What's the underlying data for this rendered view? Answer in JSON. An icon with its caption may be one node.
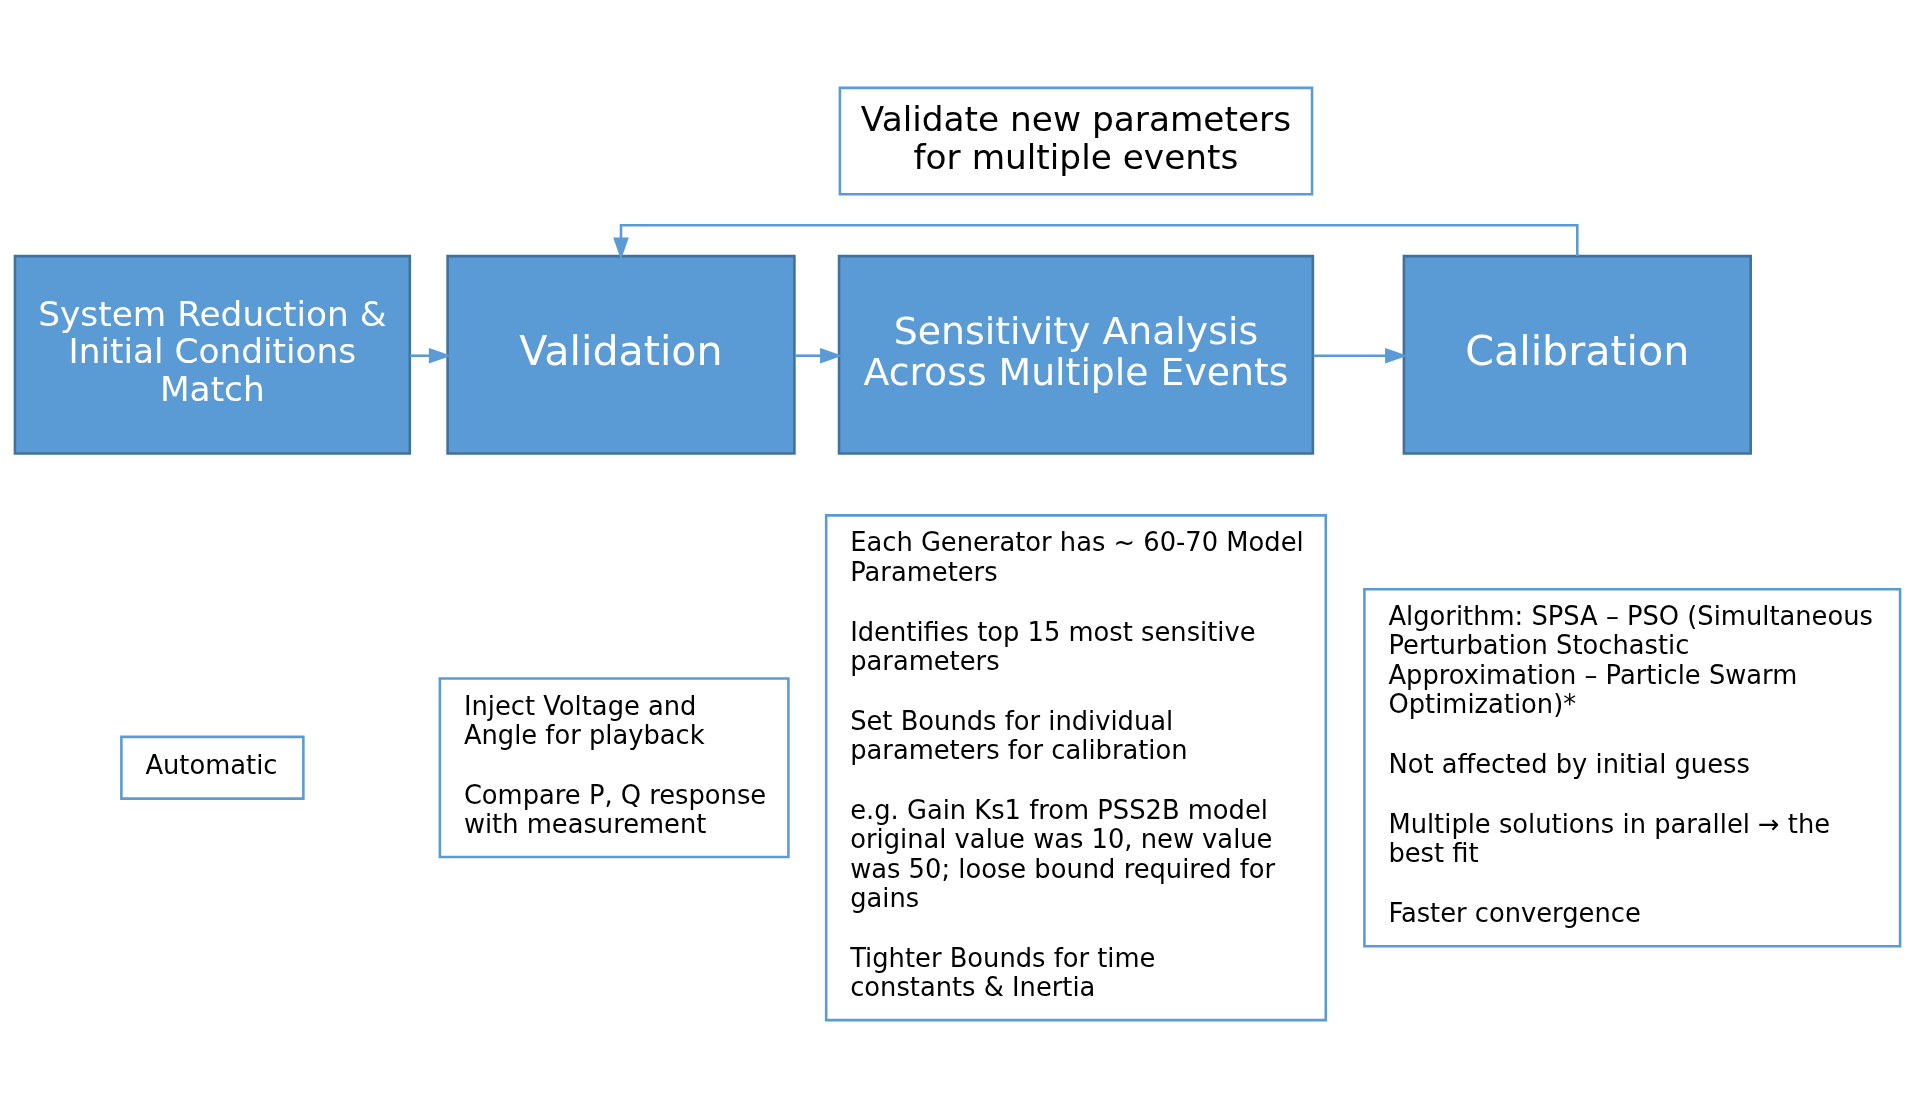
{
  "diagram": {
    "nodes": [
      {
        "text": [
          "Validate new parameters for multiple events"
        ]
      },
      {
        "text": [
          "System Reduction & Initial Conditions Match"
        ]
      },
      {
        "text": [
          "Validation"
        ]
      },
      {
        "text": [
          "Sensitivity Analysis Across Multiple Events"
        ]
      },
      {
        "text": [
          "Calibration"
        ]
      },
      {
        "text": [
          "Automatic"
        ]
      },
      {
        "text": [
          "Inject Voltage and Angle for playback",
          "Compare P, Q response with measurement"
        ]
      },
      {
        "text": [
          "Each Generator has ~ 60-70 Model Parameters",
          "Identifies top 15 most sensitive parameters",
          "Set Bounds for individual parameters for calibration",
          "e.g. Gain Ks1 from PSS2B model original value was 10, new value was 50; loose bound required for gains",
          "Tighter Bounds for time constants & Inertia"
        ]
      },
      {
        "text": [
          "Algorithm: SPSA – PSO (Simultaneous Perturbation Stochastic Approximation – Particle Swarm Optimization)*",
          "Not affected by initial guess",
          "Multiple solutions in parallel → the best fit",
          "Faster convergence"
        ]
      }
    ],
    "edges": [
      {
        "from": 1,
        "to": 2,
        "arrow": "to"
      },
      {
        "from": 2,
        "to": 3,
        "arrow": "to"
      },
      {
        "from": 3,
        "to": 4,
        "arrow": "to"
      },
      {
        "from": 4,
        "to": 2,
        "arrow": "to"
      }
    ]
  }
}
